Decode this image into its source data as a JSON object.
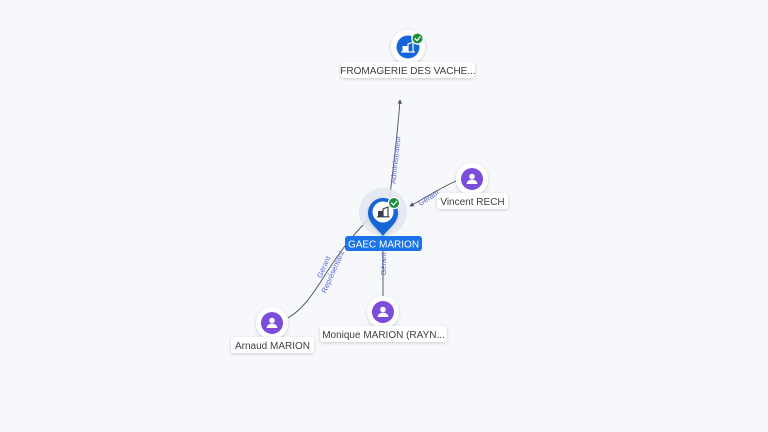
{
  "nodes": {
    "fromagerie": {
      "label": "FROMAGERIE DES VACHE...",
      "type": "company",
      "verified": true
    },
    "gaec": {
      "label": "GAEC MARION",
      "type": "company-focus",
      "verified": true
    },
    "vincent": {
      "label": "Vincent RECH",
      "type": "person"
    },
    "monique": {
      "label": "Monique MARION (RAYN...",
      "type": "person"
    },
    "arnaud": {
      "label": "Arnaud MARION",
      "type": "person"
    }
  },
  "edges": {
    "administrateur": "Administrateur",
    "gerant_vincent": "Gérant",
    "gerant_monique": "Gérant",
    "gerant_arnaud": "Gérant",
    "representant_arnaud": "Représentant"
  },
  "colors": {
    "background": "#f6f8fc",
    "company_blue": "#1565d8",
    "person_purple": "#7c4ddb",
    "verified_green": "#1e8e3e",
    "edge_line": "#4a4f5a",
    "edge_label": "#5a6bd6",
    "focus_label_bg": "#1a73e8"
  },
  "icons": {
    "company": "building-icon",
    "person": "person-icon",
    "verified": "check-badge-icon"
  }
}
